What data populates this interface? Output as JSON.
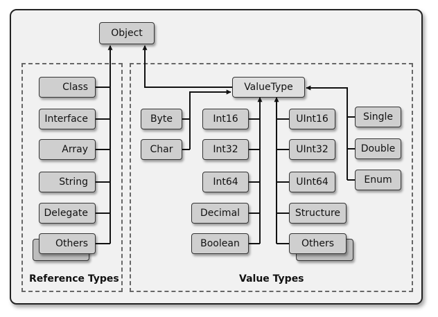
{
  "diagram": {
    "root": "Object",
    "value_type": "ValueType",
    "groups": {
      "reference": "Reference Types",
      "value": "Value Types"
    },
    "reference_types": [
      "Class",
      "Interface",
      "Array",
      "String",
      "Delegate",
      "Others"
    ],
    "value_types": {
      "left_outer": [
        "Byte",
        "Char"
      ],
      "left_inner": [
        "Int16",
        "Int32",
        "Int64",
        "Decimal",
        "Boolean"
      ],
      "right_inner": [
        "UInt16",
        "UInt32",
        "UInt64",
        "Structure",
        "Others"
      ],
      "right_outer": [
        "Single",
        "Double",
        "Enum"
      ]
    }
  }
}
